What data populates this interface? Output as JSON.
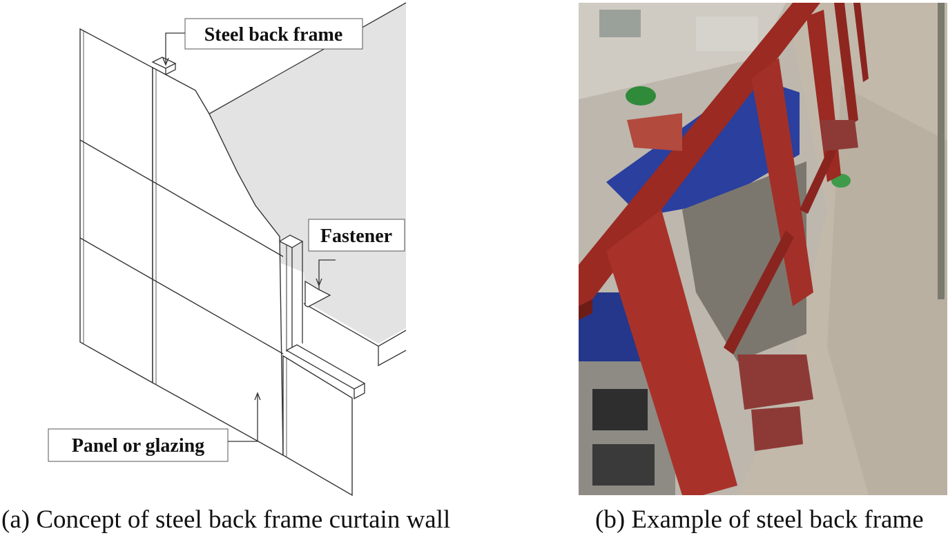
{
  "diagram": {
    "labels": {
      "steel_back_frame": "Steel back frame",
      "fastener": "Fastener",
      "panel": "Panel or glazing"
    }
  },
  "captions": {
    "a": "(a) Concept of steel back frame curtain wall",
    "b": "(b) Example of steel back frame"
  },
  "colors": {
    "slab_fill": "#e3e3e3",
    "line": "#333333",
    "frame_red": "#9b2a22",
    "tarp_blue": "#2a3f9e",
    "concrete": "#c2b9ab"
  }
}
